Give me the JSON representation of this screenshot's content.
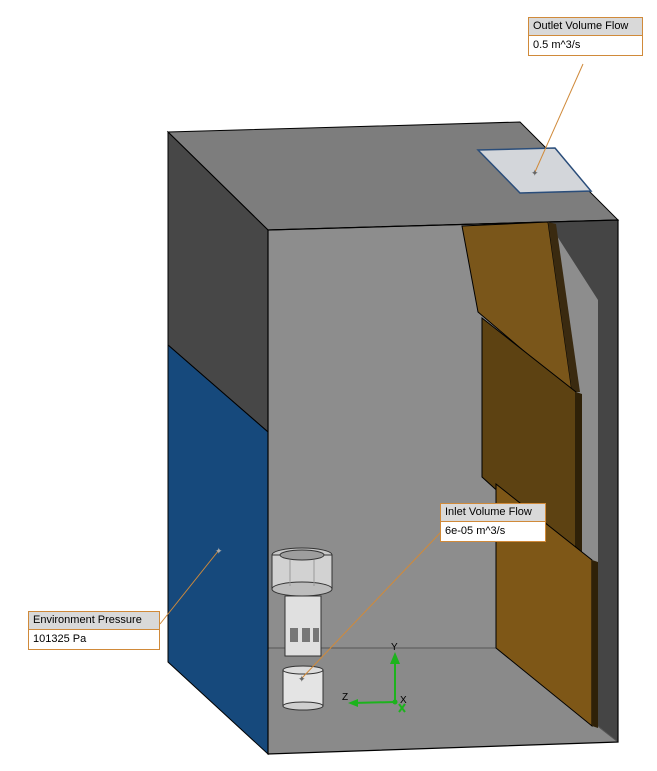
{
  "callouts": {
    "outlet": {
      "title": "Outlet Volume Flow",
      "value": "0.5 m^3/s"
    },
    "inlet": {
      "title": "Inlet Volume Flow",
      "value": "6e-05 m^3/s"
    },
    "environment": {
      "title": "Environment Pressure",
      "value": "101325 Pa"
    }
  },
  "triad": {
    "y_label": "Y",
    "z_label": "Z",
    "x_label": "X"
  },
  "colors": {
    "top_face": "#7d7d7d",
    "back_wall": "#8d8d8d",
    "left_dark": "#474747",
    "right_dark": "#454545",
    "floor": "#8a8a8a",
    "pressure_face": "#16497c",
    "baffle": "#7a561a",
    "callout_border": "#d08a3a",
    "leader_line": "#d08a3a"
  }
}
